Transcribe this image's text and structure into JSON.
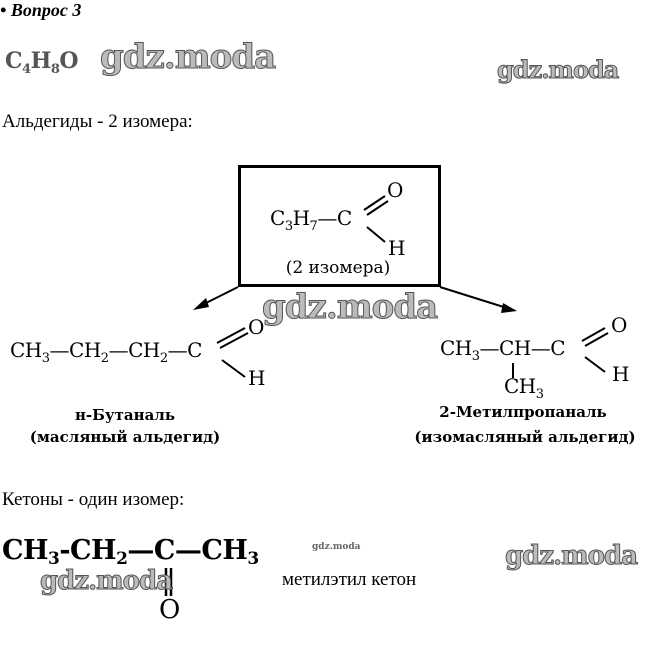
{
  "header": {
    "bullet": "•",
    "title": "Вопрос 3"
  },
  "formula": {
    "c": "C",
    "c_n": "4",
    "h": "H",
    "h_n": "8",
    "o": "O"
  },
  "watermark": "gdz.moda",
  "aldehydes": {
    "heading": "Альдегиды - 2 изомера:",
    "general": {
      "c": "C",
      "c_n": "3",
      "h": "H",
      "h_n": "7",
      "bond": "—C",
      "o": "O",
      "h2": "H",
      "caption": "(2 изомера)"
    },
    "isomer1": {
      "p1": "CH",
      "n1": "3",
      "p2": "—CH",
      "n2": "2",
      "p3": "—CH",
      "n3": "2",
      "p4": "—C",
      "o": "O",
      "h": "H",
      "name": "н-Бутаналь",
      "alt_name": "(масляный альдегид)"
    },
    "isomer2": {
      "p1": "CH",
      "n1": "3",
      "p2": "—CH—C",
      "o": "O",
      "h": "H",
      "branch": "CH",
      "branch_n": "3",
      "name": "2-Метилпропаналь",
      "alt_name": "(изомасляный альдегид)"
    }
  },
  "ketones": {
    "heading": "Кетоны - один изомер:",
    "formula": {
      "p1": "CH",
      "n1": "3",
      "p2": "-CH",
      "n2": "2",
      "p3": "—C—CH",
      "n3": "3",
      "o": "O"
    },
    "name": "метилэтил кетон"
  }
}
